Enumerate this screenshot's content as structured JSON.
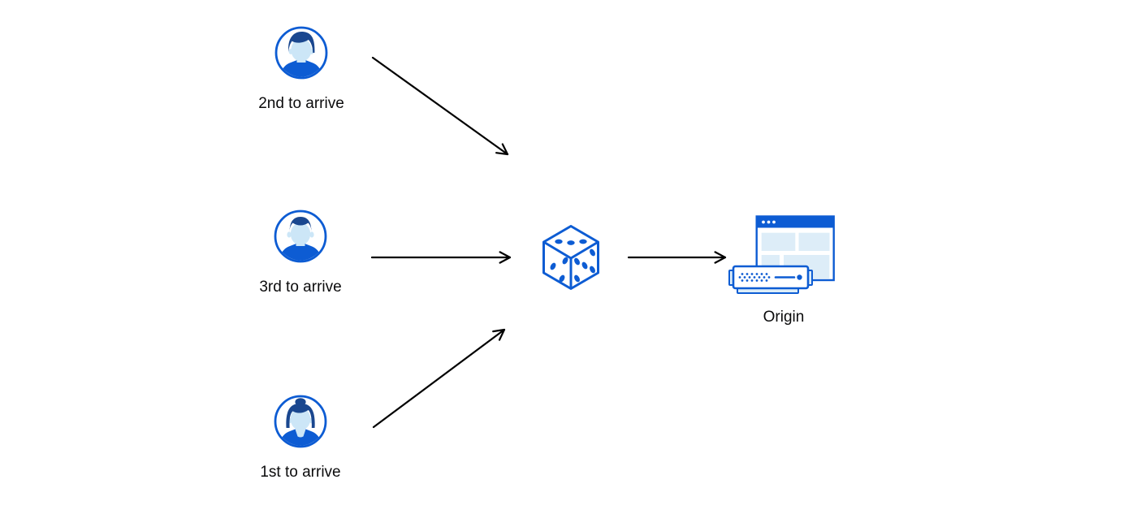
{
  "diagram": {
    "title_hint": "random request steering to origin",
    "clients": [
      {
        "label": "2nd to arrive",
        "avatar": "man-swept-hair-avatar"
      },
      {
        "label": "3rd to arrive",
        "avatar": "man-short-hair-avatar"
      },
      {
        "label": "1st to arrive",
        "avatar": "woman-bun-avatar"
      }
    ],
    "router": {
      "icon": "dice-icon",
      "meaning": "random selection"
    },
    "origin": {
      "label": "Origin",
      "icon": "origin-server-browser-icon"
    },
    "connections": [
      {
        "from": "2nd to arrive",
        "to": "dice"
      },
      {
        "from": "3rd to arrive",
        "to": "dice"
      },
      {
        "from": "1st to arrive",
        "to": "dice"
      },
      {
        "from": "dice",
        "to": "Origin"
      }
    ]
  },
  "colors": {
    "blue": "#0d5cd3",
    "navy": "#1a478f",
    "face": "#cce6f7",
    "pale": "#ddedf8",
    "ink": "#0b0b0c",
    "bg": "#ffffff",
    "arrow": "#000000"
  }
}
